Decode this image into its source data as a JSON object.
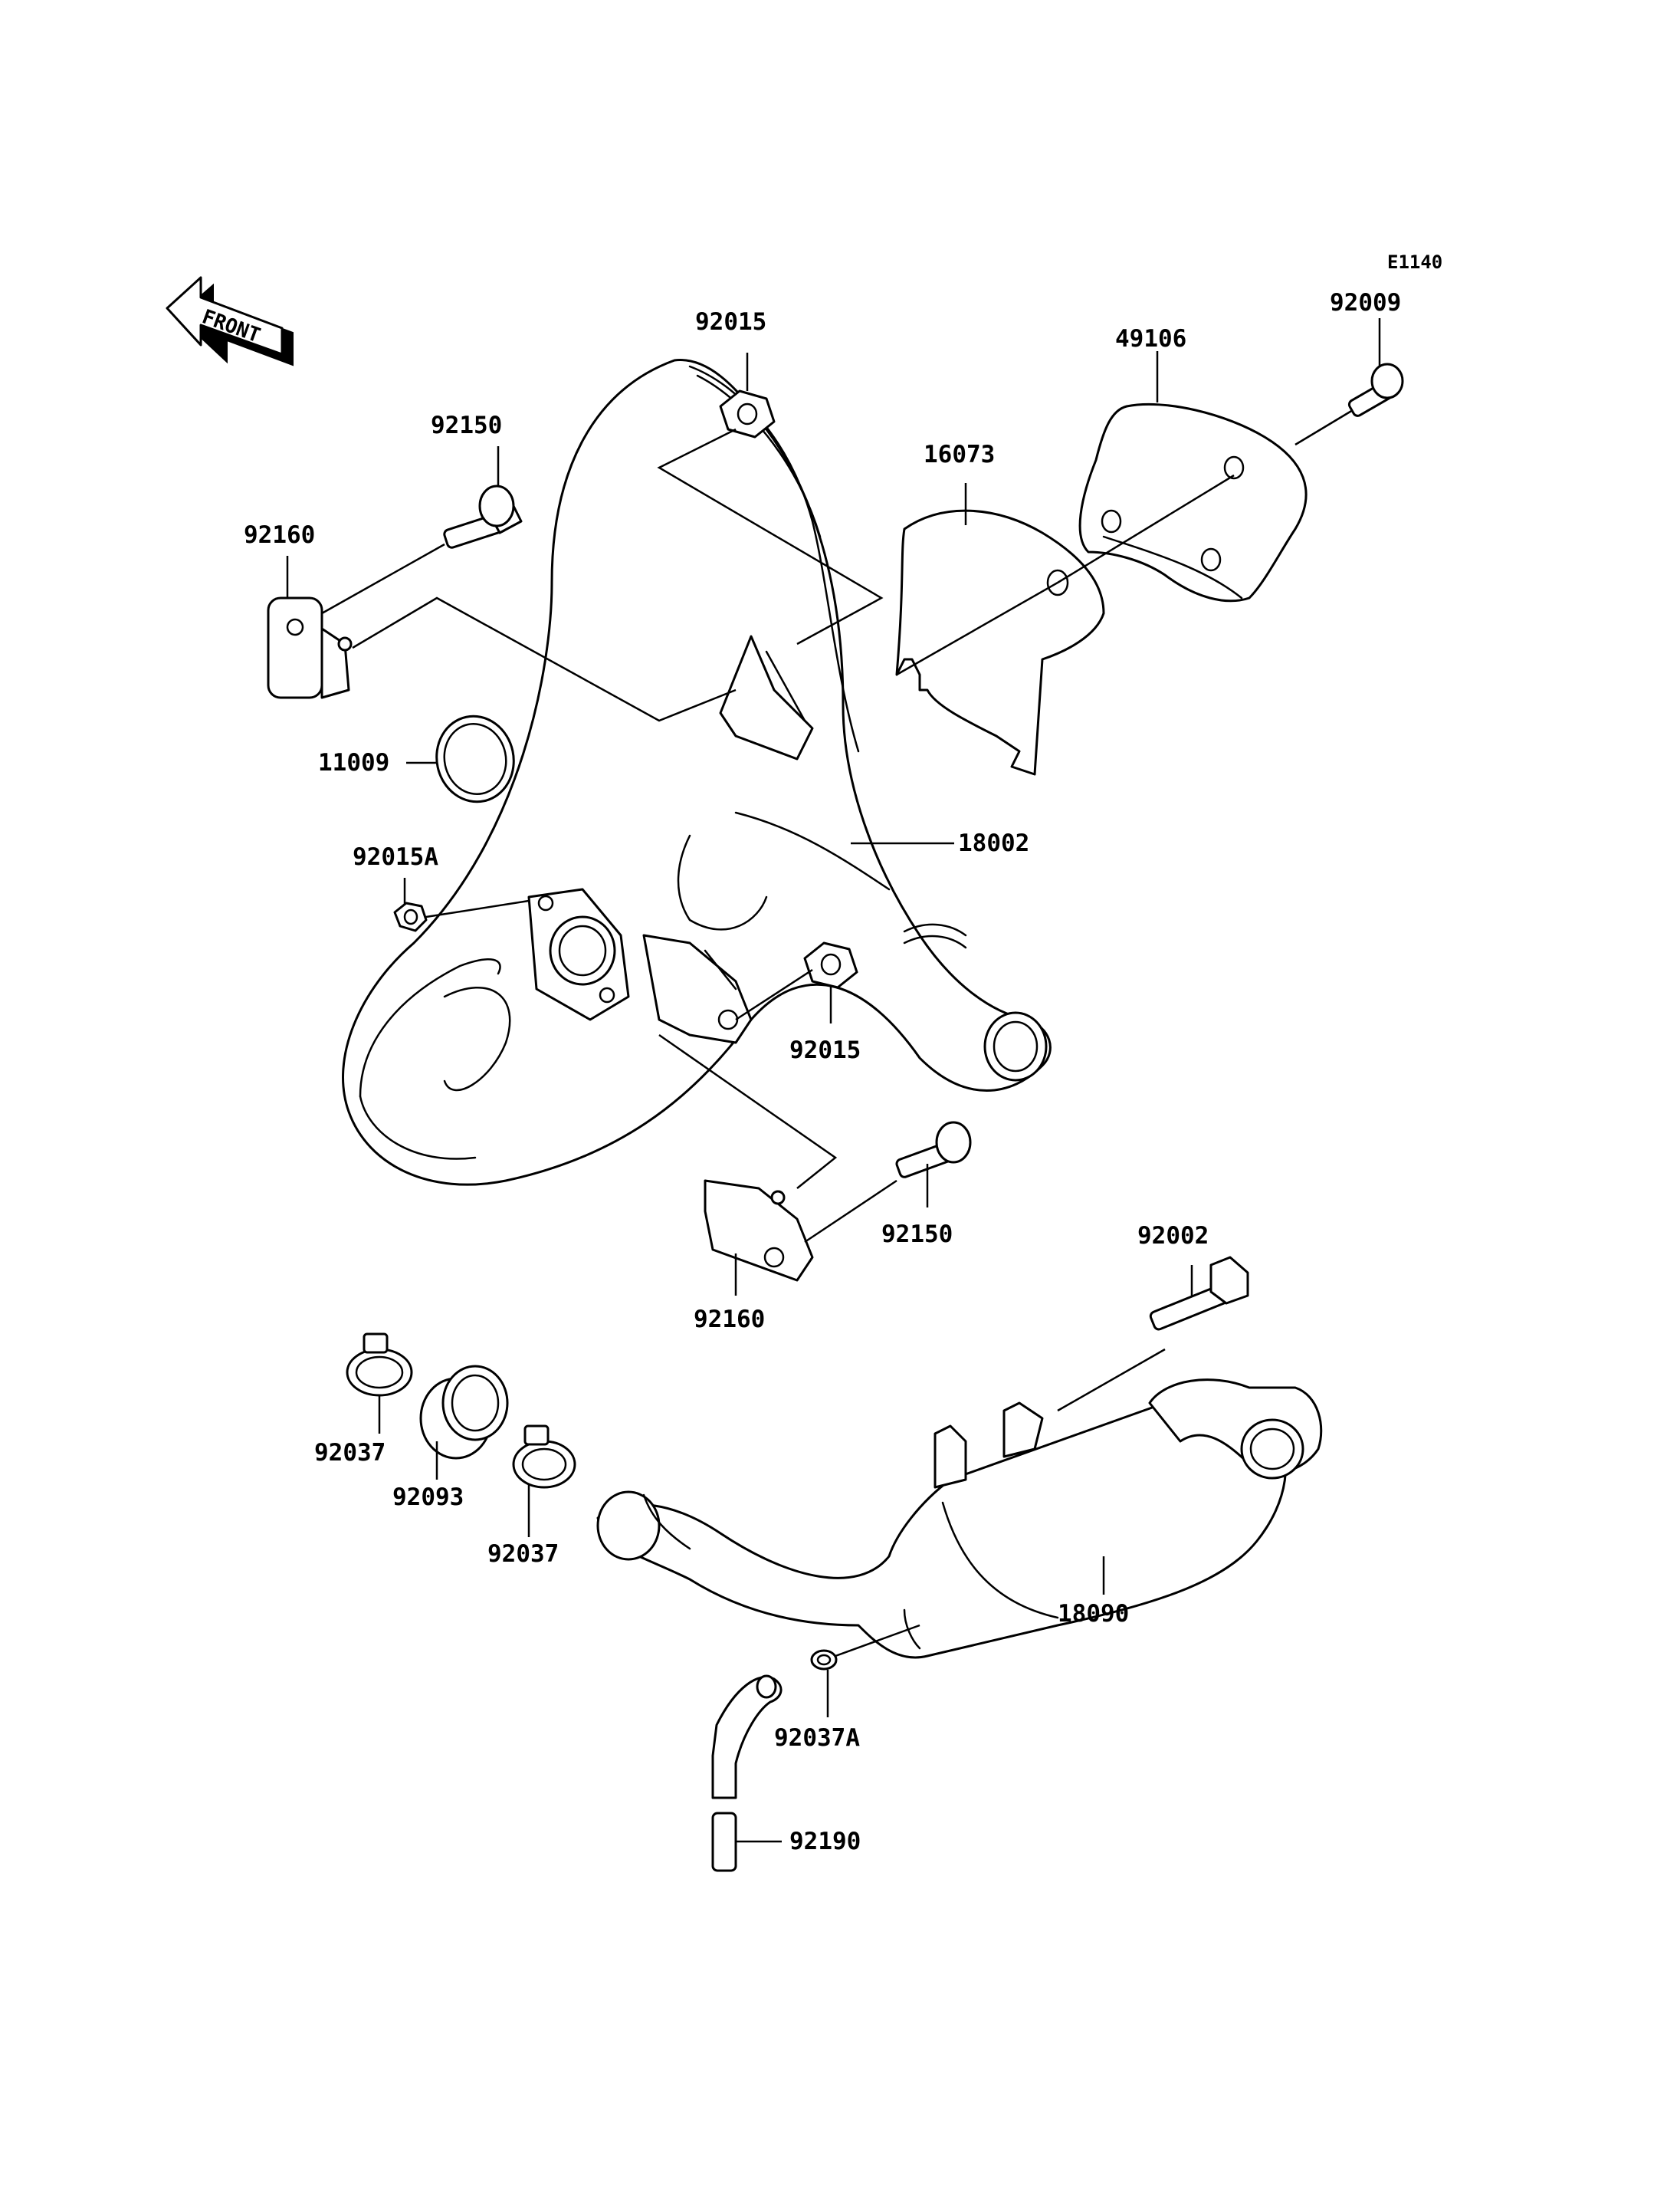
{
  "diagram": {
    "code": "E1140",
    "front_label": "FRONT",
    "parts": {
      "p92015_top": "92015",
      "p92150_top": "92150",
      "p92160_top": "92160",
      "p11009": "11009",
      "p92015A": "92015A",
      "p16073": "16073",
      "p49106": "49106",
      "p92009": "92009",
      "p18002": "18002",
      "p92015_mid": "92015",
      "p92150_mid": "92150",
      "p92160_mid": "92160",
      "p92002": "92002",
      "p92037_left": "92037",
      "p92093": "92093",
      "p92037_right": "92037",
      "p18090": "18090",
      "p92037A": "92037A",
      "p92190": "92190"
    }
  }
}
